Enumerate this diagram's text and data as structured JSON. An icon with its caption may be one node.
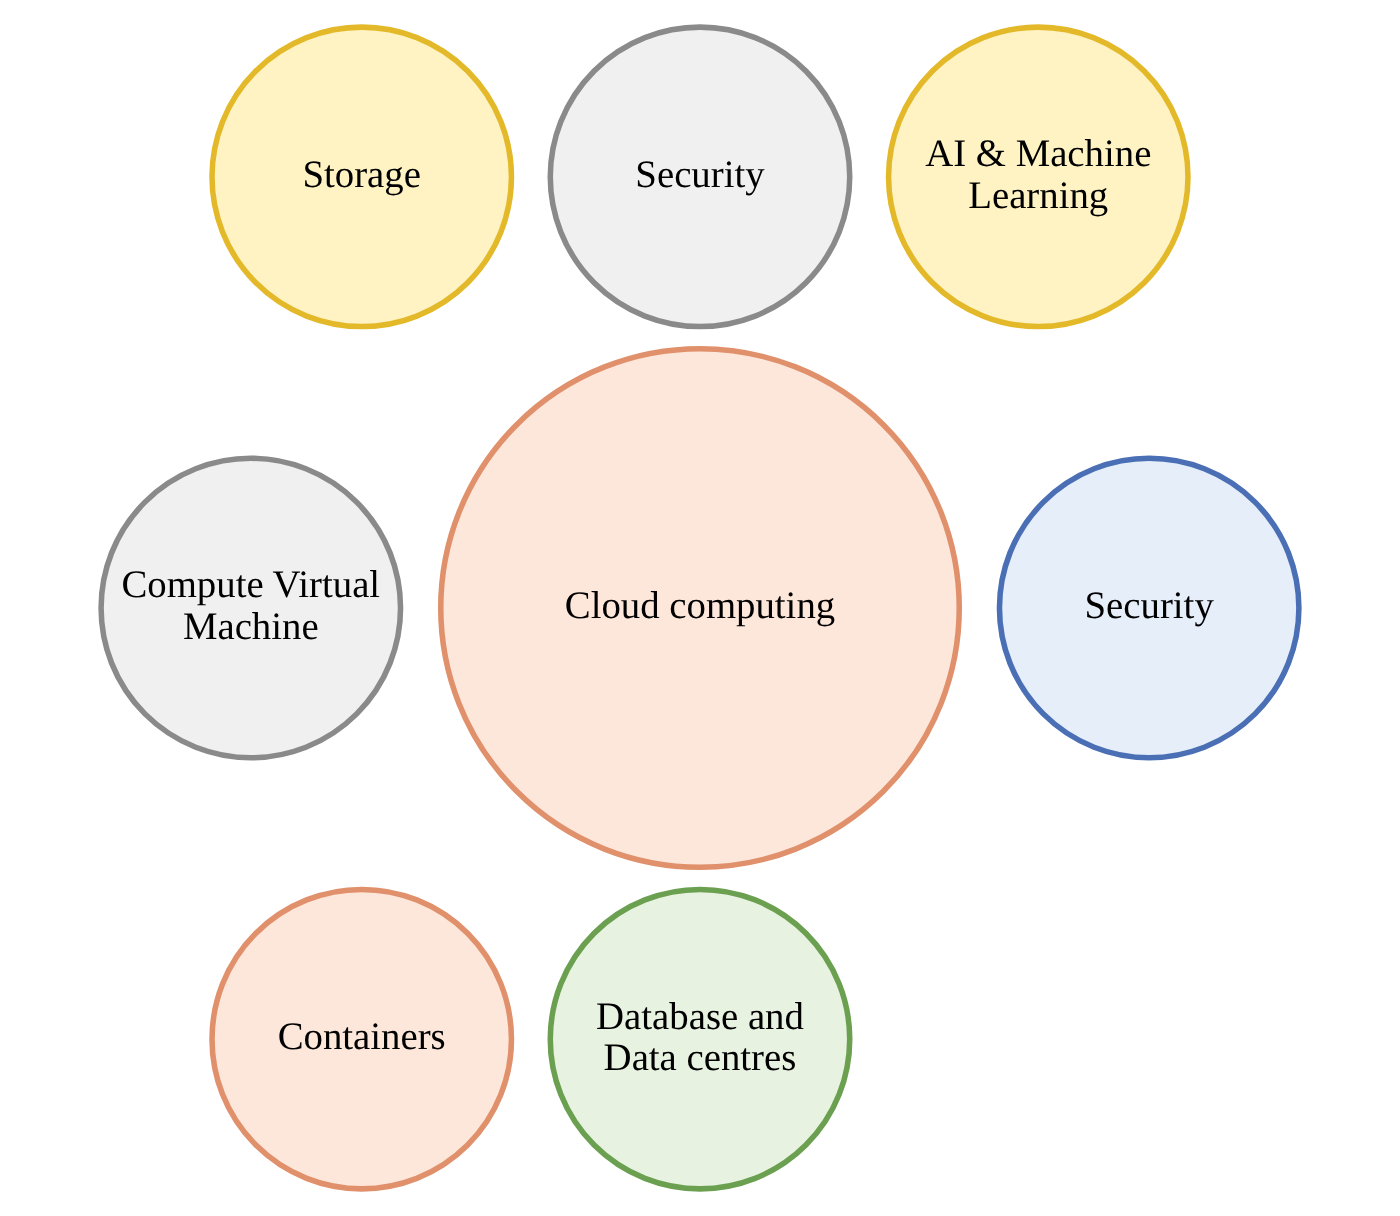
{
  "diagram": {
    "nodes": [
      {
        "text": [
          "Security"
        ]
      },
      {
        "text": [
          "Storage"
        ]
      },
      {
        "text": [
          "AI & Machine Learning"
        ]
      },
      {
        "text": [
          "Cloud computing"
        ]
      },
      {
        "text": [
          "Compute Virtual Machine"
        ]
      },
      {
        "text": [
          "Security"
        ]
      },
      {
        "text": [
          "Containers"
        ]
      },
      {
        "text": [
          "Database and Data centres"
        ]
      }
    ]
  }
}
